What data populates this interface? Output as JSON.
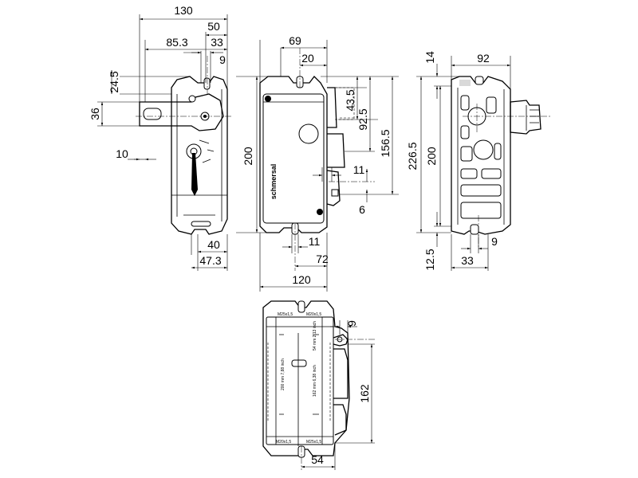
{
  "drawing": {
    "view_left": {
      "dims": {
        "d130": "130",
        "d50": "50",
        "d85_3": "85.3",
        "d33": "33",
        "d9": "9",
        "d24_5": "24.5",
        "d36": "36",
        "d10": "10",
        "d40": "40",
        "d47_3": "47.3"
      }
    },
    "view_front": {
      "dims": {
        "d69": "69",
        "d20": "20",
        "d43_5": "43.5",
        "d92_5": "92.5",
        "d156_5": "156.5",
        "d200": "200",
        "d11a": "11",
        "d6": "6",
        "d11b": "11",
        "d72": "72",
        "d120": "120"
      },
      "logo": "schmersal"
    },
    "view_right": {
      "dims": {
        "d14": "14",
        "d92": "92",
        "d226_5": "226.5",
        "d200": "200",
        "d12_5": "12.5",
        "d9": "9",
        "d33": "33"
      }
    },
    "view_bottom": {
      "dims": {
        "d9": "9",
        "d162": "162",
        "d54": "54"
      },
      "labels": {
        "m25_top": "M25x1,5",
        "m20_top": "M20x1,5",
        "m20_bottom": "M20x1,5",
        "m25_bottom": "M25x1,5",
        "inch_a": "54 mm 2,13 inch",
        "inch_b": "200 mm 7,88 inch",
        "inch_c": "162 mm 6,38 inch"
      }
    }
  }
}
